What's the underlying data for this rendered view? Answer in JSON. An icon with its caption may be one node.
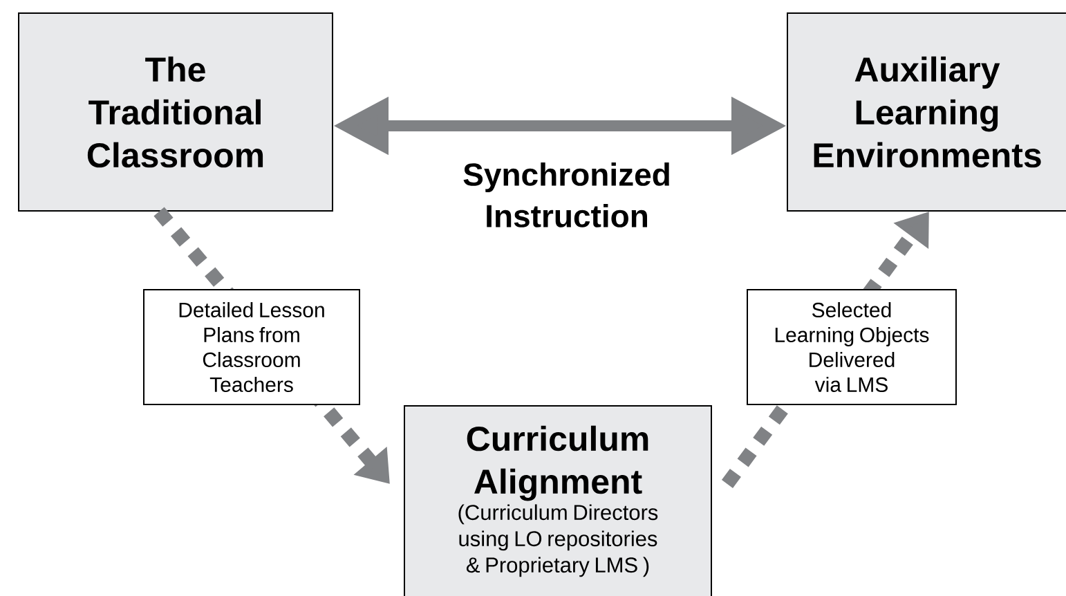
{
  "diagram": {
    "nodes": [
      {
        "text": [
          "The Traditional Classroom"
        ]
      },
      {
        "text": [
          "Auxiliary Learning Environments"
        ]
      },
      {
        "text": [
          "Curriculum Alignment",
          "(Curriculum Directors using LO repositories & Proprietary LMS )"
        ]
      }
    ],
    "edges": [
      {
        "from": 0,
        "to": 1,
        "arrow": "both",
        "label": "Synchronized Instruction"
      },
      {
        "from": 0,
        "to": 2,
        "arrow": "to",
        "label": "Detailed Lesson Plans from Classroom Teachers",
        "style": "dashed"
      },
      {
        "from": 2,
        "to": 1,
        "arrow": "to",
        "label": "Selected Learning Objects Delivered via LMS",
        "style": "dashed"
      }
    ]
  }
}
